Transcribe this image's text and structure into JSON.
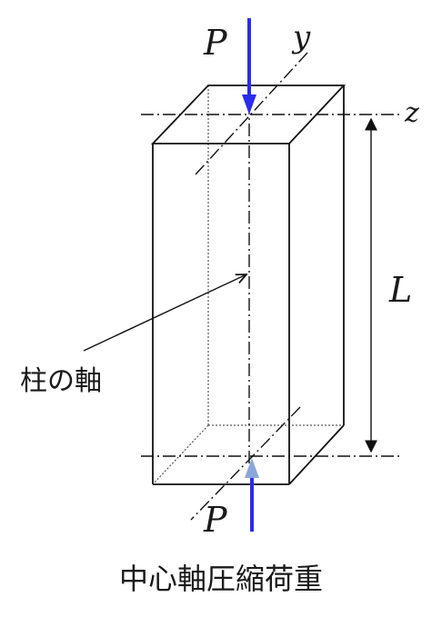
{
  "labels": {
    "load_top": "P",
    "load_bottom": "P",
    "axis_y": "y",
    "axis_z": "z",
    "length": "L",
    "column_axis": "柱の軸",
    "caption": "中心軸圧縮荷重"
  },
  "colors": {
    "load_top": "#2b2bef",
    "load_bottom_shaft": "#2b2bef",
    "load_bottom_head": "#8aa6dd",
    "lines": "#111111"
  },
  "icons": {
    "top_load": "arrow-down-icon",
    "bottom_load": "arrow-up-icon"
  }
}
